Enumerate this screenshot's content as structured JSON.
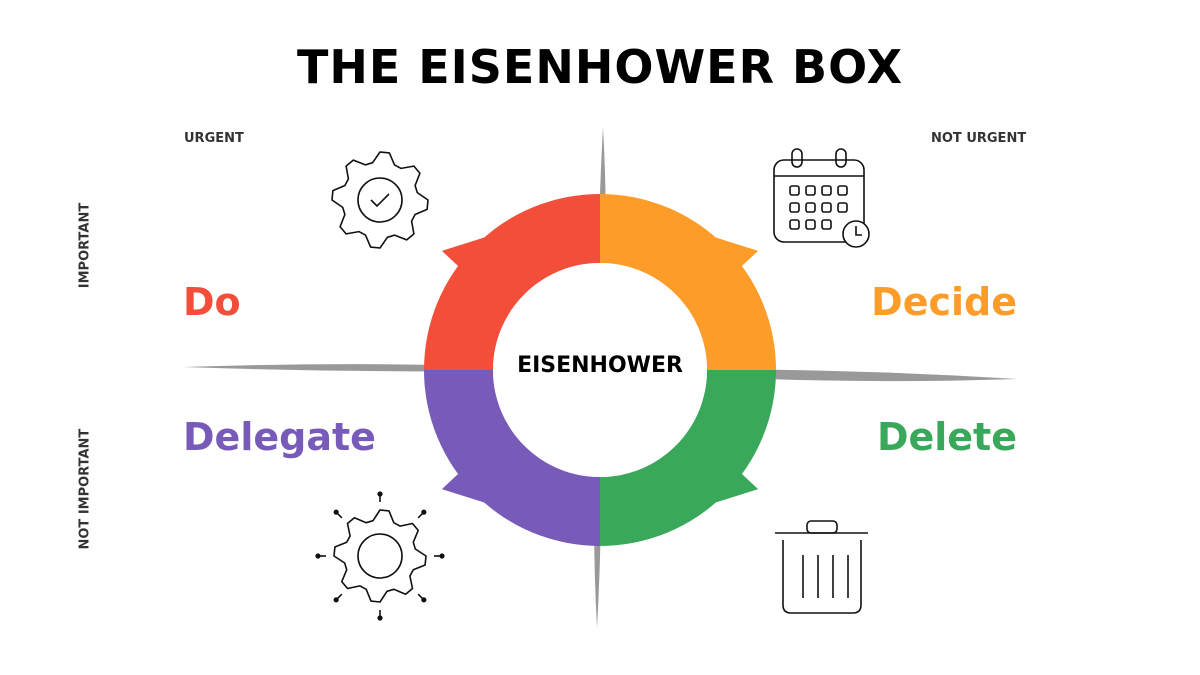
{
  "title": "THE EISENHOWER BOX",
  "center_label": "EISENHOWER",
  "axes": {
    "urgent": "URGENT",
    "not_urgent": "NOT URGENT",
    "important": "IMPORTANT",
    "not_important": "NOT IMPORTANT"
  },
  "quadrants": [
    {
      "label": "Do",
      "color": "#F24E3A",
      "icon": "gear-check-icon"
    },
    {
      "label": "Decide",
      "color": "#FD9C28",
      "icon": "calendar-clock-icon"
    },
    {
      "label": "Delegate",
      "color": "#785BB8",
      "icon": "gear-arrows-icon"
    },
    {
      "label": "Delete",
      "color": "#3AA85A",
      "icon": "trash-icon"
    }
  ]
}
